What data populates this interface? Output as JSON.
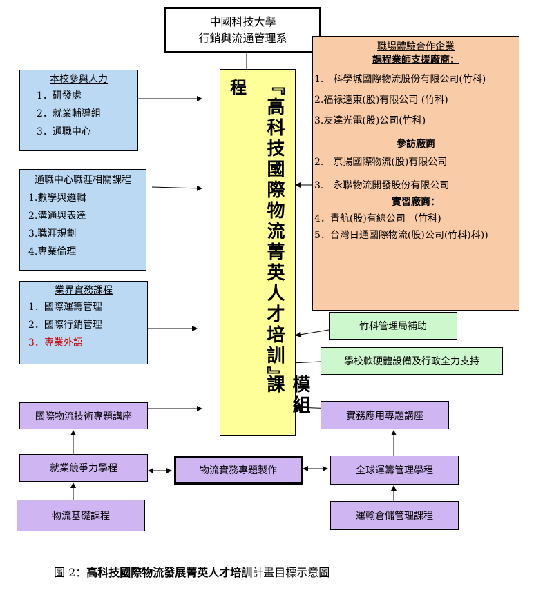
{
  "title": {
    "line1": "中國科技大學",
    "line2": "行銷與流通管理系"
  },
  "left_boxes": [
    {
      "heading": "本校參與人力",
      "items": [
        "1．研發處",
        "2．就業輔導組",
        "3．通職中心"
      ]
    },
    {
      "heading": "通職中心職涯相關課程",
      "items": [
        "1.數學與邏輯",
        "2.溝通與表達",
        "3.職涯規劃",
        "4.專業倫理"
      ]
    },
    {
      "heading": "業界實務課程",
      "items": [
        "1．國際運籌管理",
        "2．國際行銷管理",
        "3．專業外語"
      ]
    }
  ],
  "center": {
    "top_char": "程",
    "vertical_main": "『高科技國際物流菁英人才培訓』",
    "vertical_tail": "模組課"
  },
  "partners": {
    "heading": "職場體驗合作企業",
    "section1_title": "課程業師支援廠商：",
    "section1_items": [
      "1.　科學城國際物流股份有限公司(竹科)",
      "2.福祿遠東(股)有限公司 (竹科)",
      "3.友達光電(股)公司(竹科)"
    ],
    "section2_title": "參訪廠商",
    "section2_items": [
      "2.　京揚國際物流(股)有限公司",
      "3.　永聯物流開發股份有限公司"
    ],
    "section3_title": "實習廠商：",
    "section3_items": [
      "4．青航(股)有線公司 （竹科)",
      "5．台灣日通國際物流(股)公司(竹科)科))"
    ]
  },
  "support_boxes": {
    "bureau": "竹科管理局補助",
    "school": "學校軟硬體設備及行政全力支持"
  },
  "bottom": {
    "intl_lecture": "國際物流技術專題講座",
    "practical_lecture": "實務應用專題講座",
    "employ_program": "就業競爭力學程",
    "project": "物流實務專題製作",
    "global_program": "全球運籌管理學程",
    "basic_course": "物流基礎課程",
    "warehouse_course": "運輸倉儲管理課程"
  },
  "caption": {
    "prefix": "圖 2：",
    "bold": "高科技國際物流發展菁英人才培訓",
    "suffix": "計畫目標示意圖"
  },
  "colors": {
    "blue": "#bcd9f4",
    "peach": "#f9cba6",
    "green": "#cdf8cd",
    "purple": "#cfb6f2",
    "yellow": "#ffff99",
    "red": "#cc0000"
  }
}
